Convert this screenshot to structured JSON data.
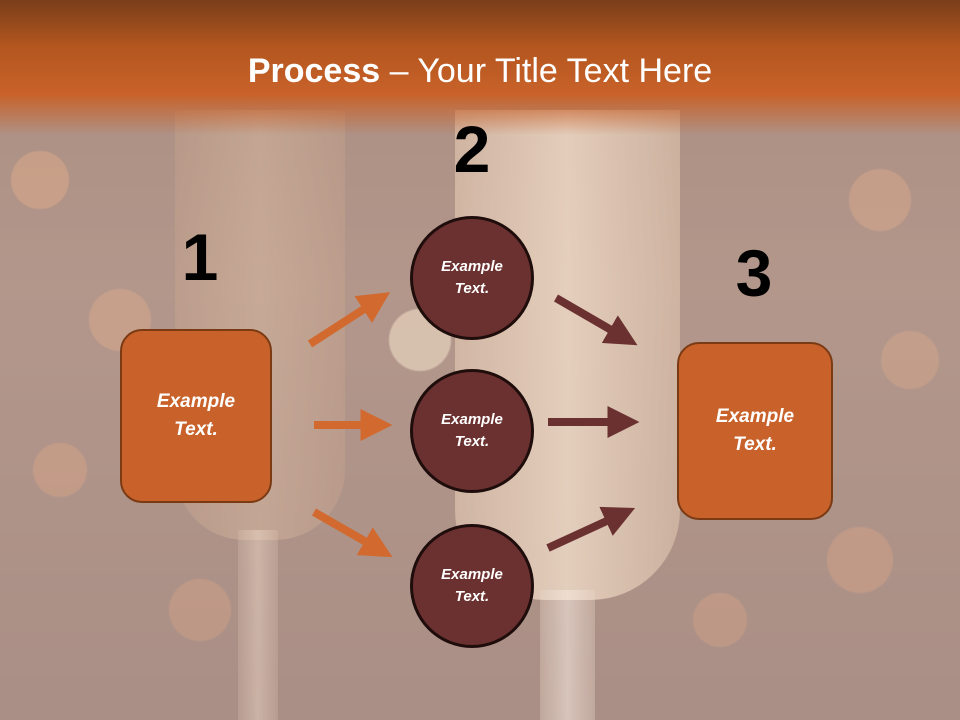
{
  "header": {
    "title_strong": "Process",
    "title_rest": " – Your Title Text Here"
  },
  "steps": [
    {
      "number": "1",
      "text_line1": "Example",
      "text_line2": "Text."
    },
    {
      "number": "2"
    },
    {
      "number": "3",
      "text_line1": "Example",
      "text_line2": "Text."
    }
  ],
  "circles": [
    {
      "text_line1": "Example",
      "text_line2": "Text."
    },
    {
      "text_line1": "Example",
      "text_line2": "Text."
    },
    {
      "text_line1": "Example",
      "text_line2": "Text."
    }
  ],
  "colors": {
    "header": "#c8622a",
    "box_fill": "#c9622a",
    "circle_fill": "#6b3130",
    "arrow_left": "#d2692e",
    "arrow_right": "#6b3130"
  }
}
